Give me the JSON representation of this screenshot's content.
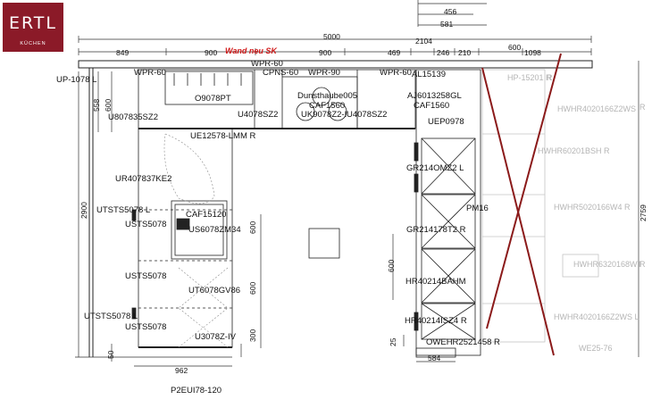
{
  "brand": {
    "name": "ERTL",
    "subtitle": "KÜCHEN",
    "color": "#8b1a28"
  },
  "overall_dims": {
    "top": "5000",
    "right": "2759",
    "left": "2900"
  },
  "top_dims": [
    "849",
    "900",
    "900",
    "469",
    "2104",
    "246",
    "210",
    "600",
    "1098"
  ],
  "stack_dims": [
    "456",
    "581"
  ],
  "wall_note": "Wand neu SK",
  "left_dims": [
    "558",
    "600",
    "50"
  ],
  "center_dims": [
    "600",
    "600",
    "300"
  ],
  "right_dims": [
    "600",
    "25"
  ],
  "bottom_dims": [
    "962",
    "584"
  ],
  "labels": {
    "up": "UP-1078 L",
    "wpr60a": "WPR-60",
    "wpr60b": "WPR-60",
    "cpns": "CPNS-60",
    "wpr90": "WPR-90",
    "wpr60c": "WPR-60",
    "al": "AL15139",
    "o9078": "O9078PT",
    "dunst": "Dunsthaube005",
    "caf1560a": "CAF1560",
    "uk9078": "UK9078Z2-I",
    "aj": "AJ6013258GL",
    "caf1560b": "CAF1560",
    "u807835": "U807835SZ2",
    "u4078a": "U4078SZ2",
    "u4078b": "U4078SZ2",
    "uep": "UEP0978",
    "ue12578": "UE12578-LMM R",
    "gr214omz2": "GR214OMZ2 L",
    "ur407837": "UR407837KE2",
    "pm": "PM16",
    "utsts1": "UTSTS5078 L",
    "caf15120": "CAF15120",
    "usts1": "USTS5078",
    "us6078": "US6078ZM34",
    "gr214178": "GR214178T2 R",
    "usts2": "USTS5078",
    "hr40214bahm": "HR40214BAHM",
    "ut6078": "UT6078GV86",
    "utsts2": "UTSTS5078 L",
    "hr40214isz4": "HR40214ISZ4 R",
    "usts3": "USTS5078",
    "u3078": "U3078Z-IV",
    "owehr": "OWEHR2521458 R",
    "bottom": "P2EUI78-120"
  },
  "grey_labels": {
    "hp15201": "HP-15201 R",
    "hwhr1": "HWHR4020166Z2WS",
    "hwhr2": "HWHR60201BSH R",
    "hwhr3": "HWHR5020166W4 R",
    "hwhr4": "HWHR6320168WT",
    "hwhr5": "HWHR4020166Z2WS L",
    "we25": "WE25-76",
    "r1": "R",
    "r2": "R",
    "r3": "R"
  },
  "colors": {
    "line": "#222222",
    "dim": "#333333",
    "red_x": "#8b1a1a",
    "grey": "#b5b5b5",
    "hatch": "#cccccc"
  }
}
